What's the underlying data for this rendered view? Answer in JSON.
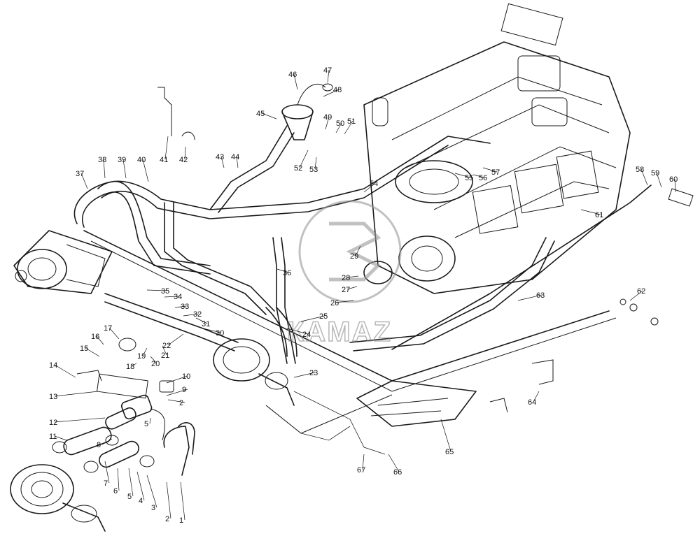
{
  "watermark": {
    "logo_text": "КАМАZ"
  },
  "callouts": [
    "1",
    "2",
    "2",
    "3",
    "4",
    "5",
    "5",
    "6",
    "7",
    "8",
    "9",
    "10",
    "11",
    "12",
    "13",
    "14",
    "15",
    "16",
    "17",
    "18",
    "19",
    "20",
    "21",
    "22",
    "23",
    "24",
    "25",
    "26",
    "27",
    "28",
    "29",
    "30",
    "31",
    "32",
    "33",
    "34",
    "35",
    "36",
    "37",
    "38",
    "39",
    "40",
    "41",
    "42",
    "43",
    "44",
    "45",
    "46",
    "47",
    "48",
    "49",
    "50",
    "51",
    "52",
    "53",
    "54",
    "55",
    "56",
    "57",
    "58",
    "59",
    "60",
    "61",
    "62",
    "63",
    "64",
    "65",
    "66",
    "67"
  ]
}
